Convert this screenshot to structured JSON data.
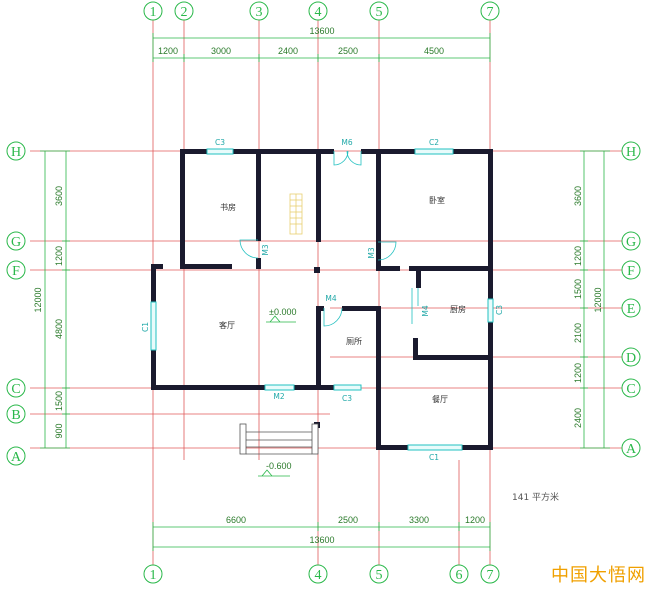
{
  "axes_top": [
    "1",
    "2",
    "3",
    "4",
    "5",
    "7"
  ],
  "axes_bottom": [
    "1",
    "4",
    "5",
    "6",
    "7"
  ],
  "axes_left": [
    "H",
    "G",
    "F",
    "C",
    "B",
    "A"
  ],
  "axes_right": [
    "H",
    "G",
    "F",
    "E",
    "D",
    "C",
    "A"
  ],
  "dims": {
    "top_total": "13600",
    "top_segments": [
      "1200",
      "3000",
      "2400",
      "2500",
      "4500"
    ],
    "bottom_total": "13600",
    "bottom_segments": [
      "6600",
      "2500",
      "3300",
      "1200"
    ],
    "left_total": "12000",
    "left_segments": [
      "3600",
      "1200",
      "4800",
      "1500",
      "900"
    ],
    "right_total": "12000",
    "right_segments": [
      "3600",
      "1200",
      "1500",
      "2100",
      "1200",
      "2400"
    ]
  },
  "rooms": {
    "study": "书房",
    "bedroom": "卧室",
    "living": "客厅",
    "toilet": "厕所",
    "kitchen": "厨房",
    "dining": "餐厅"
  },
  "tags": {
    "c3_top": "C3",
    "m6": "M6",
    "c2_top": "C2",
    "m3_left": "M3",
    "m3_right": "M3",
    "m4": "M4",
    "c1_left": "C1",
    "m2": "M2",
    "c3_bottom": "C3",
    "m4_kitchen": "M4",
    "c3_right": "C3",
    "c1_bottom": "C1"
  },
  "levels": {
    "floor": "±0.000",
    "ground": "-0.600"
  },
  "area_label": "141 平方米",
  "watermark": "中国大悟网"
}
